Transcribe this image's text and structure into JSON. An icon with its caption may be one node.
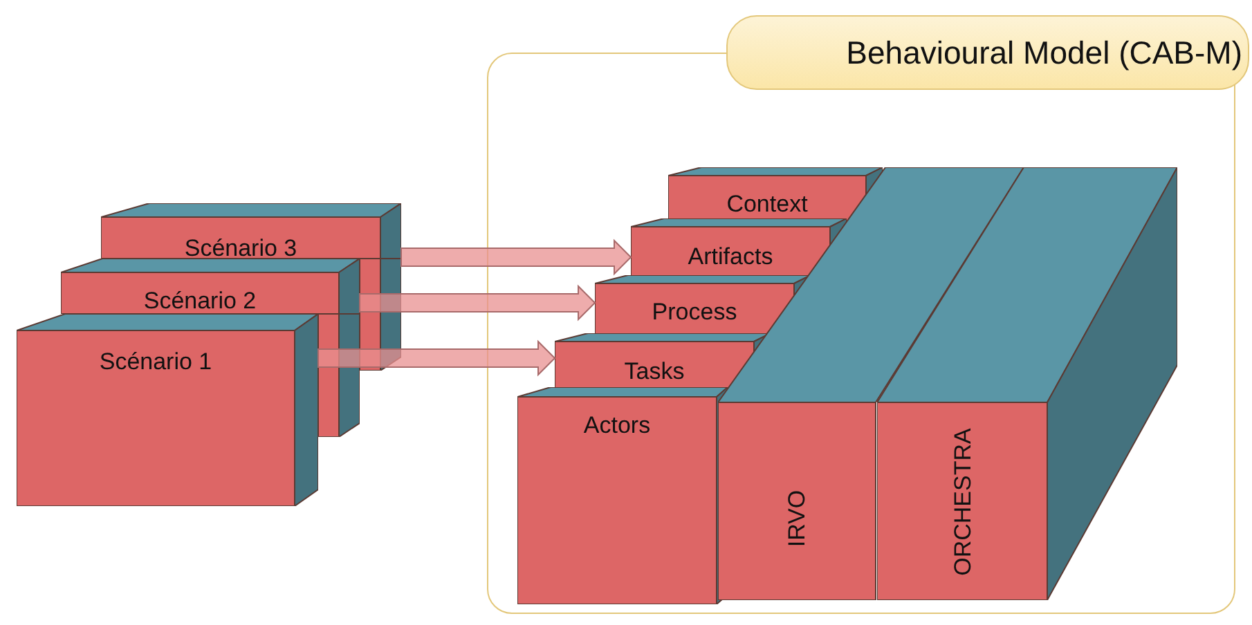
{
  "diagram": {
    "nodes": [
      {
        "text": [
          "Behavioural Model (CAB-M)"
        ]
      },
      {
        "text": [
          "Scénario 3"
        ]
      },
      {
        "text": [
          "Scénario 2"
        ]
      },
      {
        "text": [
          "Scénario 1"
        ]
      },
      {
        "text": [
          "Context"
        ],
        "in": 0
      },
      {
        "text": [
          "Artifacts"
        ],
        "in": 0
      },
      {
        "text": [
          "Process"
        ],
        "in": 0
      },
      {
        "text": [
          "Tasks"
        ],
        "in": 0
      },
      {
        "text": [
          "Actors"
        ],
        "in": 0
      },
      {
        "text": [
          "IRVO"
        ],
        "in": 0
      },
      {
        "text": [
          "ORCHESTRA"
        ],
        "in": 0
      }
    ],
    "edges": [
      {
        "from": 1,
        "to": 5,
        "arrow": "to"
      },
      {
        "from": 2,
        "to": 6,
        "arrow": "to"
      },
      {
        "from": 3,
        "to": 7,
        "arrow": "to"
      }
    ]
  }
}
